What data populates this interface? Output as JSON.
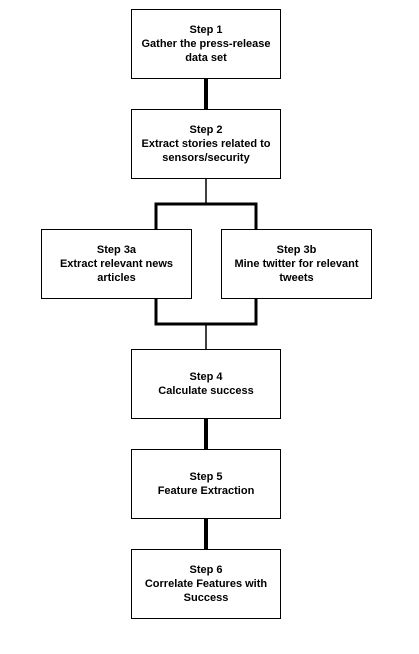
{
  "steps": {
    "step1": {
      "title": "Step 1",
      "lines": [
        "Gather the press-release",
        "data set"
      ]
    },
    "step2": {
      "title": "Step 2",
      "lines": [
        "Extract stories related to",
        "sensors/security"
      ]
    },
    "step3a": {
      "title": "Step 3a",
      "lines": [
        "Extract relevant news",
        "articles"
      ]
    },
    "step3b": {
      "title": "Step 3b",
      "lines": [
        "Mine twitter for relevant",
        "tweets"
      ]
    },
    "step4": {
      "title": "Step 4",
      "lines": [
        "Calculate success"
      ]
    },
    "step5": {
      "title": "Step 5",
      "lines": [
        "Feature Extraction"
      ]
    },
    "step6": {
      "title": "Step 6",
      "lines": [
        "Correlate Features with",
        "Success"
      ]
    }
  },
  "colors": {
    "box_border": "#000000",
    "connector": "#000000",
    "text": "#000000",
    "background": "#ffffff"
  }
}
